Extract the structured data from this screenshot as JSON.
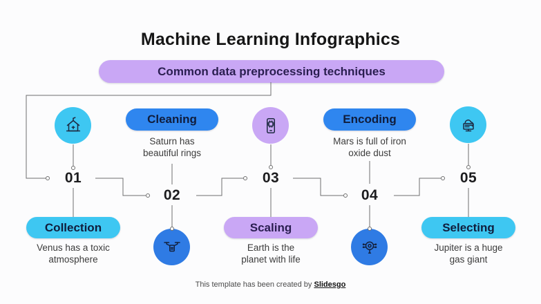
{
  "header": {
    "title": "Machine Learning Infographics",
    "subtitle": "Common data preprocessing techniques"
  },
  "steps": [
    {
      "number": "01",
      "label": "Collection",
      "description": "Venus has a toxic\natmosphere",
      "icon": "smart-home-icon"
    },
    {
      "number": "02",
      "label": "Cleaning",
      "description": "Saturn has\nbeautiful rings",
      "icon": "drone-icon"
    },
    {
      "number": "03",
      "label": "Scaling",
      "description": "Earth is the\nplanet with life",
      "icon": "ai-phone-icon"
    },
    {
      "number": "04",
      "label": "Encoding",
      "description": "Mars is full of iron\noxide dust",
      "icon": "search-gear-icon"
    },
    {
      "number": "05",
      "label": "Selecting",
      "description": "Jupiter is a huge\ngas giant",
      "icon": "cloud-computer-icon"
    }
  ],
  "footer": {
    "text": "This template has been created by",
    "brand": "Slidesgo"
  },
  "colors": {
    "cyan": "#3EC7F2",
    "blue": "#2F86EF",
    "purple": "#C9A7F5",
    "blue-circle": "#2F7BE4",
    "title-text": "#161616",
    "pill-text": "#101D3C",
    "subtitle-text": "#2A1E50",
    "body-text": "#3B3B3B",
    "line": "#6E6E6E"
  }
}
